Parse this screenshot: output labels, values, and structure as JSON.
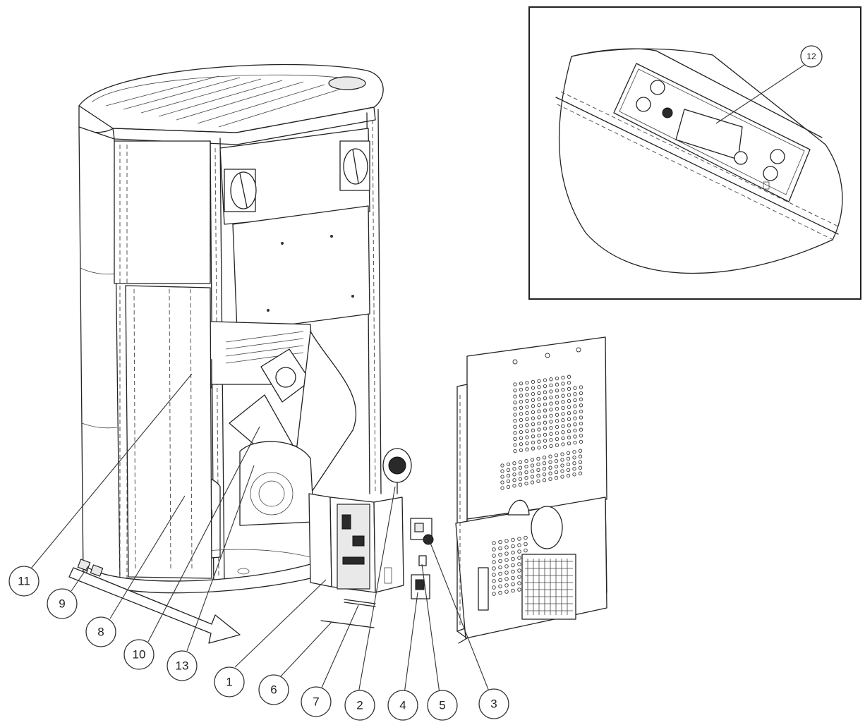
{
  "callouts": [
    {
      "id": "11",
      "label": "11"
    },
    {
      "id": "9",
      "label": "9"
    },
    {
      "id": "8",
      "label": "8"
    },
    {
      "id": "10",
      "label": "10"
    },
    {
      "id": "13",
      "label": "13"
    },
    {
      "id": "1",
      "label": "1"
    },
    {
      "id": "6",
      "label": "6"
    },
    {
      "id": "7",
      "label": "7"
    },
    {
      "id": "2",
      "label": "2"
    },
    {
      "id": "4",
      "label": "4"
    },
    {
      "id": "5",
      "label": "5"
    },
    {
      "id": "3",
      "label": "3"
    },
    {
      "id": "12",
      "label": "12"
    }
  ],
  "colors": {
    "line": "#222222",
    "background": "#ffffff"
  }
}
